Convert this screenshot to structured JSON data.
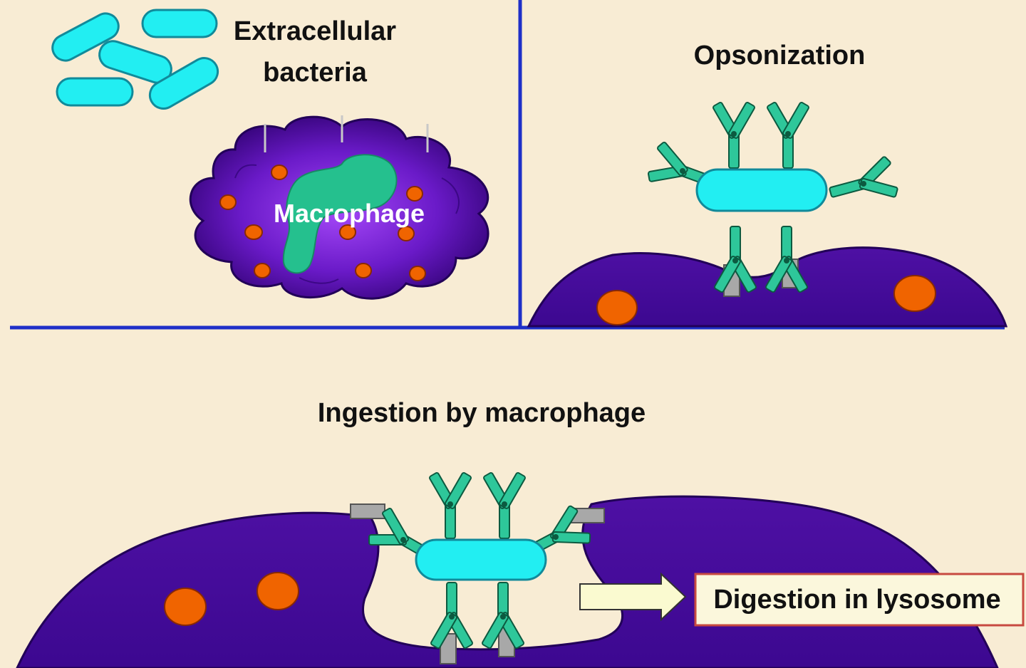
{
  "labels": {
    "extracellular_line1": "Extracellular",
    "extracellular_line2": "bacteria",
    "macrophage": "Macrophage",
    "opsonization": "Opsonization",
    "ingestion": "Ingestion by macrophage",
    "digestion": "Digestion in lysosome"
  },
  "colors": {
    "background": "#f8ecd4",
    "bacterium_fill": "#22eef2",
    "bacterium_stroke": "#118a9a",
    "macrophage_fill": "#4a0e9e",
    "macrophage_dark": "#2a006a",
    "macrophage_light": "#9a3cf0",
    "nucleus_fill": "#25c08e",
    "granule_fill": "#f06400",
    "antibody_fill": "#2ec79a",
    "receptor_fill": "#a8a8a8",
    "divider_line": "#1f2fc8",
    "label_box_fill": "#fbf7dc",
    "label_box_stroke": "#c74a40",
    "arrow_fill": "#fafad0"
  }
}
